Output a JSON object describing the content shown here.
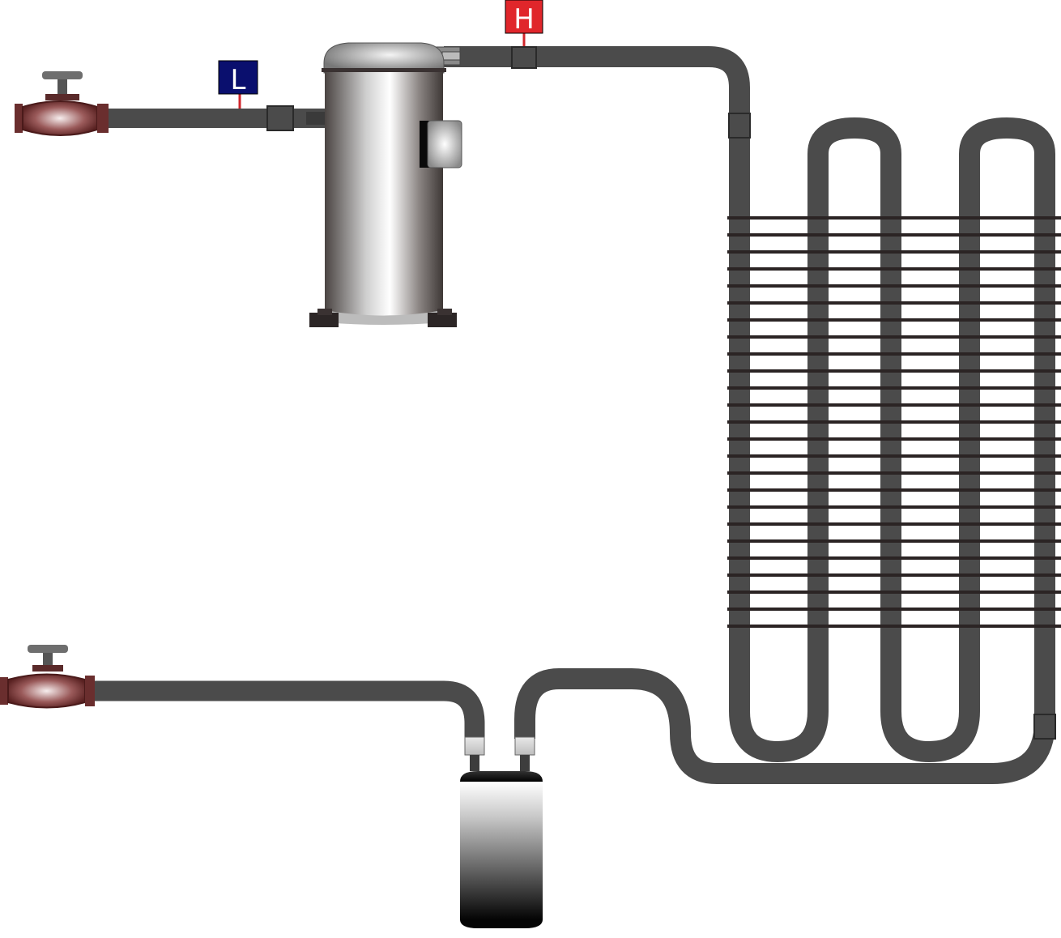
{
  "gauges": {
    "low": {
      "label": "L",
      "color": "#0a0f6e"
    },
    "high": {
      "label": "H",
      "color": "#e0262b"
    }
  },
  "colors": {
    "pipe": "#4b4b4b",
    "fin": "#2b2424",
    "valve_body": "#7a3a3a",
    "valve_handle": "#6e6e6e",
    "background": "#ffffff"
  },
  "components": [
    {
      "name": "compressor",
      "icon": "compressor-icon"
    },
    {
      "name": "condenser-coil",
      "icon": "condenser-coil-icon"
    },
    {
      "name": "receiver-tank",
      "icon": "receiver-tank-icon"
    },
    {
      "name": "suction-service-valve",
      "icon": "valve-icon"
    },
    {
      "name": "liquid-service-valve",
      "icon": "valve-icon"
    }
  ]
}
